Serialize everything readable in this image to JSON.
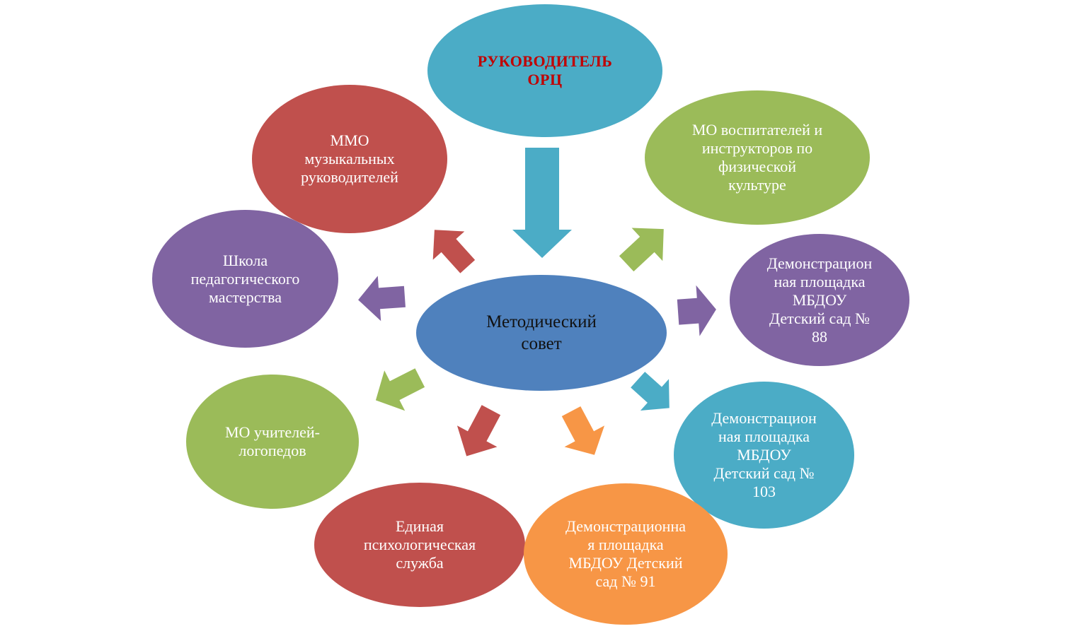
{
  "colors": {
    "teal": "#4bacc6",
    "blue": "#4f81bd",
    "red": "#c0504d",
    "green": "#9bbb59",
    "purple": "#8064a2",
    "orange": "#f79646",
    "leader_text": "#c00000",
    "center_text": "#111111"
  },
  "nodes": {
    "leader": {
      "text": "РУКОВОДИТЕЛЬ\nОРЦ",
      "color": "#4bacc6"
    },
    "center": {
      "text": "Методический\nсовет",
      "color": "#4f81bd"
    },
    "mmo_music": {
      "text": "ММО\nмузыкальных\nруководителей",
      "color": "#c0504d"
    },
    "mo_pe": {
      "text": "МО воспитателей и\nинструкторов по\nфизической\nкультуре",
      "color": "#9bbb59"
    },
    "school": {
      "text": "Школа\nпедагогического\nмастерства",
      "color": "#8064a2"
    },
    "demo_88": {
      "text": "Демонстрацион\nная площадка\nМБДОУ\nДетский сад №\n88",
      "color": "#8064a2"
    },
    "mo_logopedists": {
      "text": "МО учителей-\nлогопедов",
      "color": "#9bbb59"
    },
    "demo_103": {
      "text": "Демонстрацион\nная площадка\nМБДОУ\nДетский сад №\n103",
      "color": "#4bacc6"
    },
    "psych_service": {
      "text": "Единая\nпсихологическая\nслужба",
      "color": "#c0504d"
    },
    "demo_91": {
      "text": "Демонстрационна\nя площадка\nМБДОУ Детский\nсад № 91",
      "color": "#f79646"
    }
  },
  "arrows": [
    {
      "name": "arrow-leader-to-council",
      "target": "center",
      "color": "#4bacc6"
    },
    {
      "name": "arrow-to-mmo-music",
      "target": "mmo_music",
      "color": "#c0504d"
    },
    {
      "name": "arrow-to-mo-pe",
      "target": "mo_pe",
      "color": "#9bbb59"
    },
    {
      "name": "arrow-to-school",
      "target": "school",
      "color": "#8064a2"
    },
    {
      "name": "arrow-to-demo-88",
      "target": "demo_88",
      "color": "#8064a2"
    },
    {
      "name": "arrow-to-mo-logopedists",
      "target": "mo_logopedists",
      "color": "#9bbb59"
    },
    {
      "name": "arrow-to-psych-service",
      "target": "psych_service",
      "color": "#c0504d"
    },
    {
      "name": "arrow-to-demo-91",
      "target": "demo_91",
      "color": "#f79646"
    },
    {
      "name": "arrow-to-demo-103",
      "target": "demo_103",
      "color": "#4bacc6"
    }
  ]
}
